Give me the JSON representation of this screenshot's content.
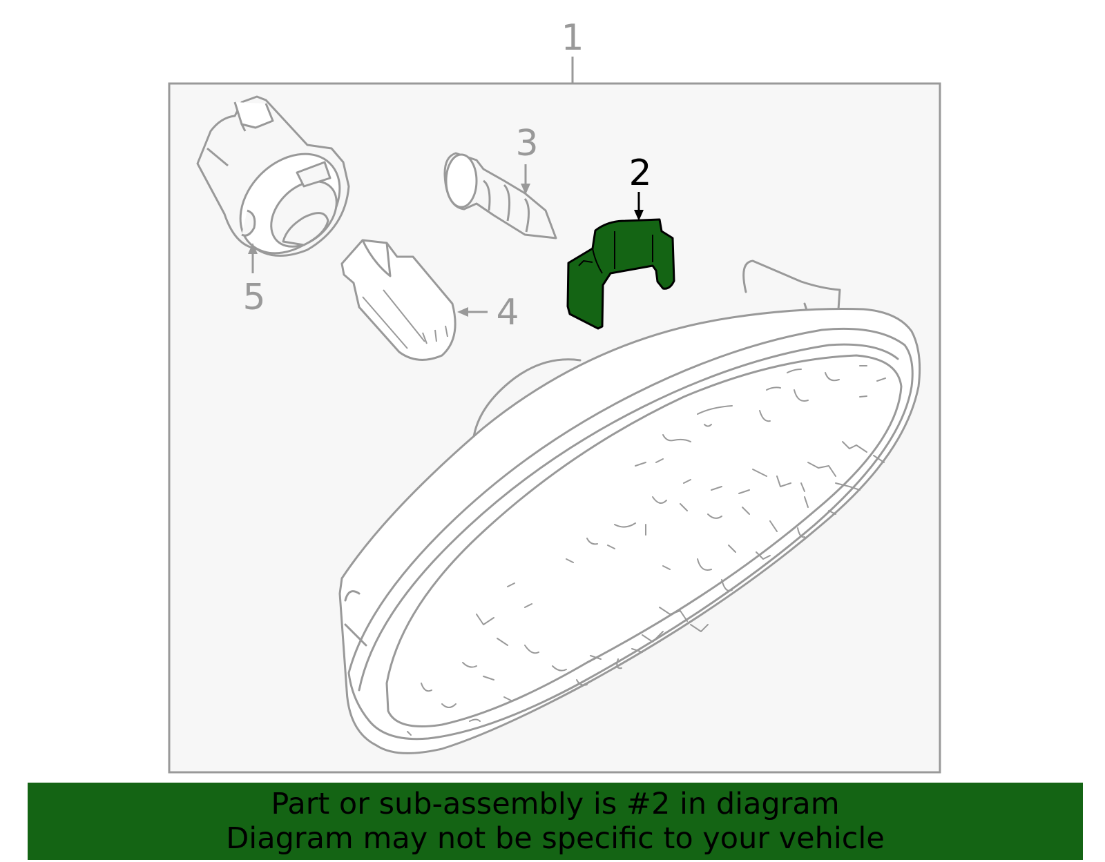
{
  "diagram": {
    "callouts": {
      "assembly": "1",
      "highlighted": "2",
      "screw": "3",
      "bulb": "4",
      "socket": "5"
    },
    "highlighted_part": "2",
    "colors": {
      "highlight": "#146414",
      "line": "#999999",
      "background": "#f7f7f7"
    }
  },
  "banner": {
    "line1": "Part or sub-assembly is #2 in diagram",
    "line2": "Diagram may not be specific to your vehicle"
  }
}
